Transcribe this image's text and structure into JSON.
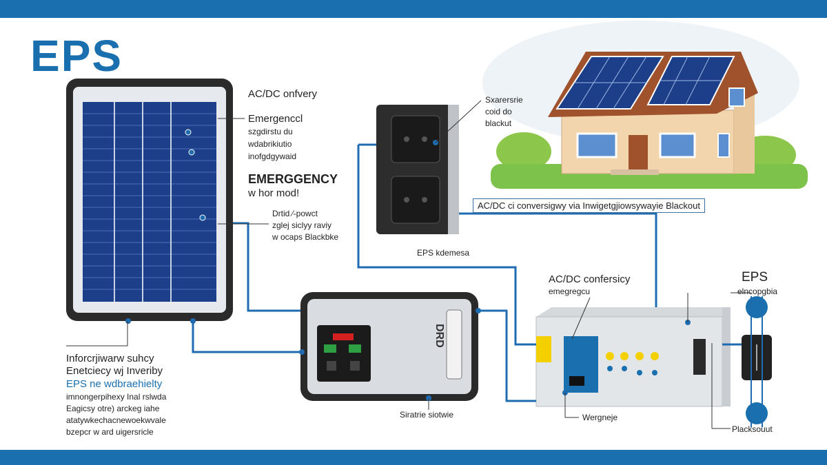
{
  "header": {
    "title": "EPS"
  },
  "labels": {
    "acdc_top": "AC/DC onfvery",
    "emergency_small": "Emergenccl",
    "line_a": "szgdirstu du",
    "line_b": "wdabrikiutio",
    "line_c": "inofgdgywaid",
    "emergency_big": "EMERGGENCY",
    "emergency_mode": "w hor mod!",
    "grid_power": "Drtid ⁄-powct",
    "grid_line2": "zglej siclyy raviy",
    "grid_line3": "w ocaps Blackbke",
    "house_note1": "Sxarersrie",
    "house_note2": "coid do",
    "house_note3": "blackut",
    "acdc_banner": "AC/DC ci conversigwy via Inwigetgjiowsywayie Blackout",
    "eps_kdemesa": "EPS kdemesa",
    "acdc_conversion": "AC/DC confersicy",
    "emergency_label": "emegregcu",
    "eps_right": "EPS",
    "eps_sub": "elncopgbia",
    "blackout": "Placksouut",
    "wergneje": "Wergneje",
    "staterie": "Siratrie siotwie",
    "left1": "Inforcrjiwarw suhcy",
    "left2": "Enetciecy wj Inveriby",
    "left3": "EPS ne wdbraehielty",
    "left4": "imnongerpihexy Inal rslwda",
    "left5": "Eagicsy otre) arckeg iahe",
    "left6": "atatywkechacnewoekwvale",
    "left7": "bzepcr w ard uigersricle",
    "device_brand": "DRD"
  },
  "colors": {
    "brand_blue": "#1a6fae",
    "wire_blue": "#1f6bb0",
    "panel_blue": "#1d3f8a",
    "roof_brown": "#a0522d",
    "wall_beige": "#f2d5ac",
    "grass_green": "#7cc24b",
    "led_yellow": "#f5d000"
  }
}
